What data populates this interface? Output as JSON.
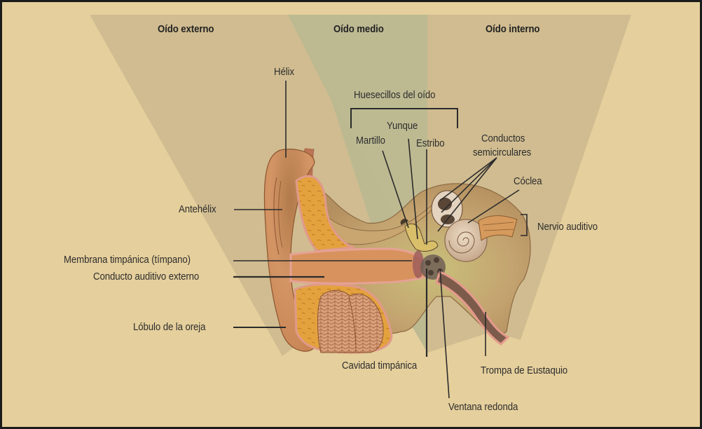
{
  "diagram": {
    "title": "Anatomía del oído",
    "sections": [
      {
        "id": "outer",
        "label": "Oído externo",
        "color": "#cfbb8f"
      },
      {
        "id": "middle",
        "label": "Oído medio",
        "color": "#bab891"
      },
      {
        "id": "inner",
        "label": "Oído interno",
        "color": "#cfbb8f"
      }
    ],
    "background_color": "#e5cf9c",
    "border_color": "#1b1b1b",
    "labels": {
      "helix": "Hélix",
      "antihelix": "Antehélix",
      "tympanic_membrane": "Membrana timpánica (tímpano)",
      "ear_canal": "Conducto auditivo externo",
      "earlobe": "Lóbulo de la oreja",
      "ossicles": "Huesecillos del oído",
      "incus": "Yunque",
      "malleus": "Martillo",
      "stapes": "Estribo",
      "semicircular_canals_line1": "Conductos",
      "semicircular_canals_line2": "semicirculares",
      "cochlea": "Cóclea",
      "auditory_nerve": "Nervio auditivo",
      "tympanic_cavity": "Cavidad timpánica",
      "eustachian_tube": "Trompa de Eustaquio",
      "round_window": "Ventana redonda"
    }
  }
}
